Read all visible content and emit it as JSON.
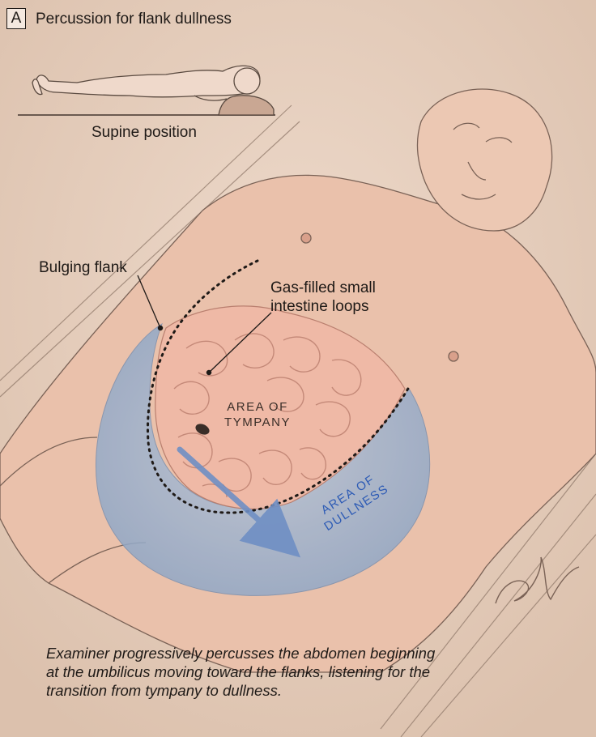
{
  "panel": {
    "letter": "A",
    "title": "Percussion for flank dullness"
  },
  "labels": {
    "supine": "Supine position",
    "bulging_flank": "Bulging flank",
    "gas_filled_line1": "Gas-filled small",
    "gas_filled_line2": "intestine loops",
    "tympany_line1": "AREA OF",
    "tympany_line2": "TYMPANY",
    "dullness_line1": "AREA OF",
    "dullness_line2": "DULLNESS"
  },
  "caption": {
    "line1": "Examiner progressively percusses the abdomen beginning",
    "line2": "at the umbilicus moving toward the flanks, listening for the",
    "line3": "transition from tympany to dullness."
  },
  "colors": {
    "background": "#e6d0bf",
    "skin": "#ecc4ae",
    "fluid": "#9fb4cf",
    "intestine": "#f0b9a6",
    "arrow": "#6f8fc4",
    "dullness_text": "#2d5bb5"
  }
}
